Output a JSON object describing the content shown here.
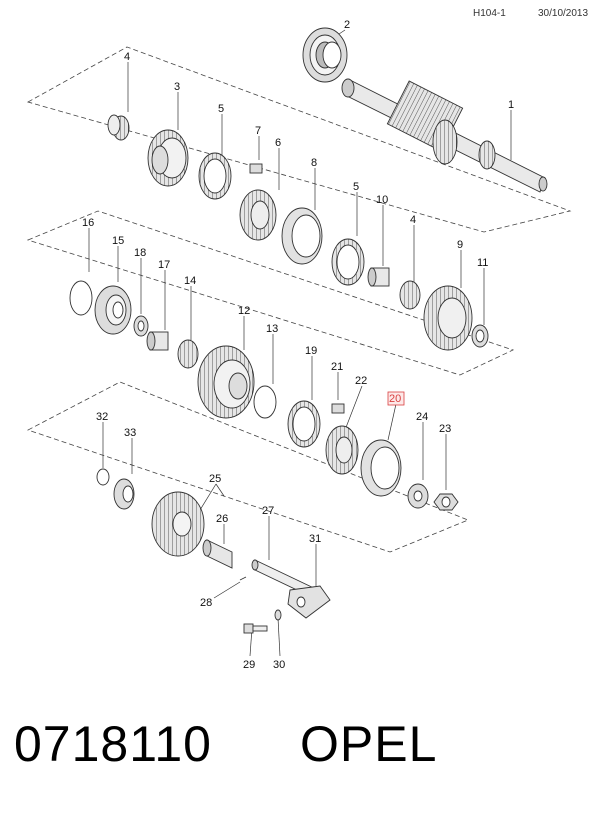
{
  "header": {
    "code": "H104-1",
    "date": "30/10/2013"
  },
  "footer": {
    "part_number": "0718110",
    "brand": "OPEL"
  },
  "highlight_color": "#d94040",
  "labels": [
    {
      "id": "1",
      "text": "1"
    },
    {
      "id": "2",
      "text": "2"
    },
    {
      "id": "3",
      "text": "3"
    },
    {
      "id": "4a",
      "text": "4"
    },
    {
      "id": "5a",
      "text": "5"
    },
    {
      "id": "6",
      "text": "6"
    },
    {
      "id": "7",
      "text": "7"
    },
    {
      "id": "8",
      "text": "8"
    },
    {
      "id": "5b",
      "text": "5"
    },
    {
      "id": "10",
      "text": "10"
    },
    {
      "id": "4b",
      "text": "4"
    },
    {
      "id": "9",
      "text": "9"
    },
    {
      "id": "11",
      "text": "11"
    },
    {
      "id": "16",
      "text": "16"
    },
    {
      "id": "15",
      "text": "15"
    },
    {
      "id": "18",
      "text": "18"
    },
    {
      "id": "17",
      "text": "17"
    },
    {
      "id": "14",
      "text": "14"
    },
    {
      "id": "12",
      "text": "12"
    },
    {
      "id": "13",
      "text": "13"
    },
    {
      "id": "19",
      "text": "19"
    },
    {
      "id": "21",
      "text": "21"
    },
    {
      "id": "22",
      "text": "22"
    },
    {
      "id": "20",
      "text": "20"
    },
    {
      "id": "24",
      "text": "24"
    },
    {
      "id": "23",
      "text": "23"
    },
    {
      "id": "32",
      "text": "32"
    },
    {
      "id": "33",
      "text": "33"
    },
    {
      "id": "25",
      "text": "25"
    },
    {
      "id": "26",
      "text": "26"
    },
    {
      "id": "27",
      "text": "27"
    },
    {
      "id": "31",
      "text": "31"
    },
    {
      "id": "28",
      "text": "28"
    },
    {
      "id": "29",
      "text": "29"
    },
    {
      "id": "30",
      "text": "30"
    }
  ]
}
